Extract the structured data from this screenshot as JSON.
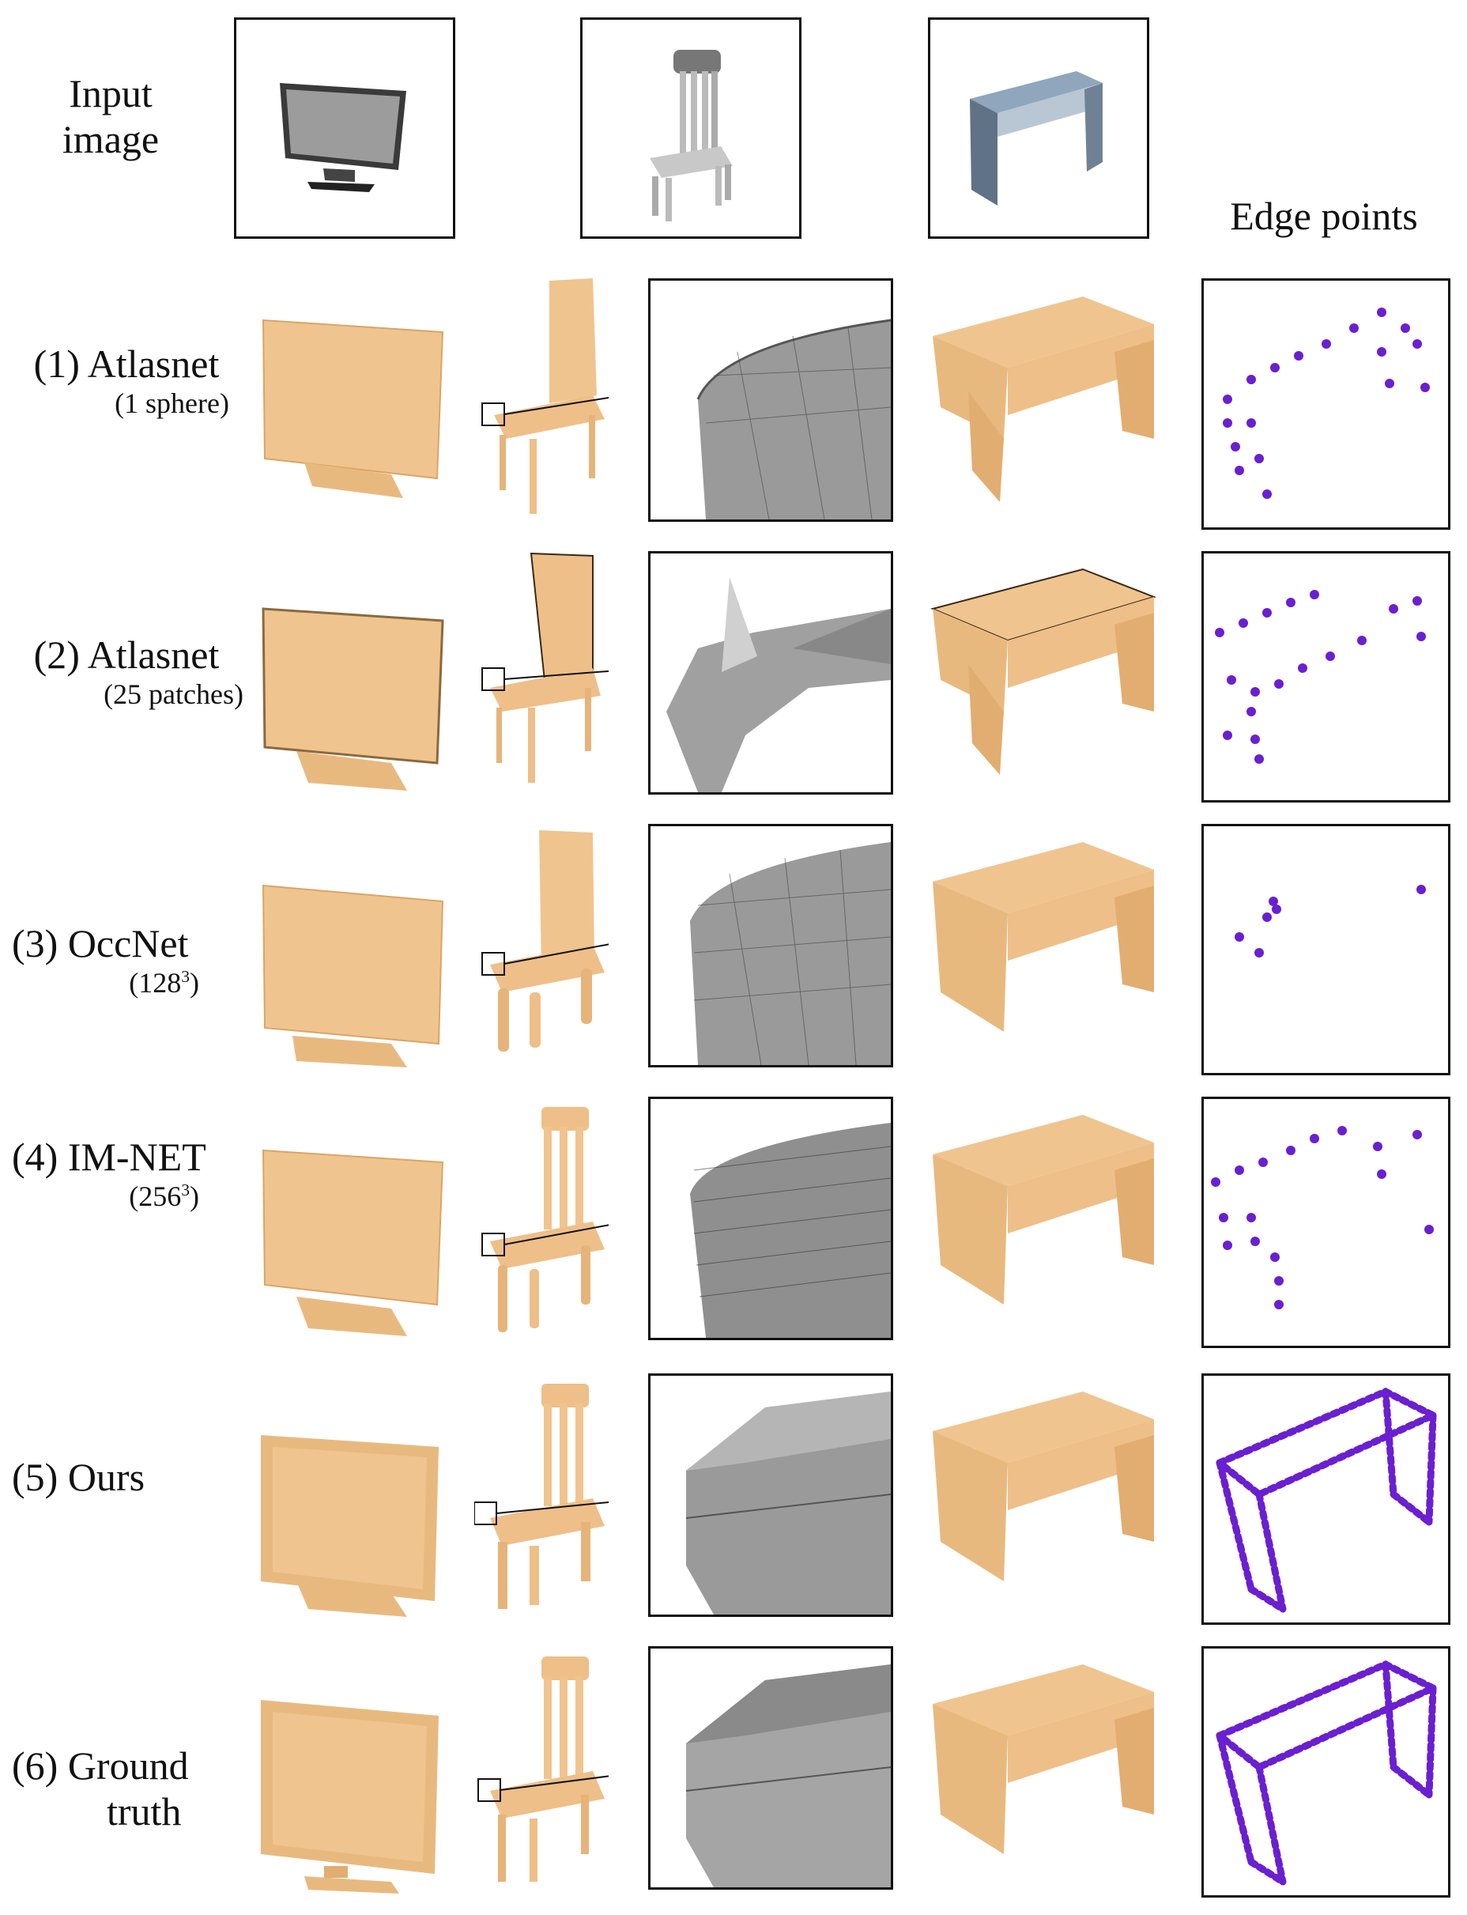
{
  "header": {
    "input_label_line1": "Input",
    "input_label_line2": "image",
    "edge_points_label": "Edge points"
  },
  "rows": [
    {
      "num": "(1)",
      "method": "Atlasnet",
      "detail": "(1 sphere)",
      "detail_sup": ""
    },
    {
      "num": "(2)",
      "method": "Atlasnet",
      "detail": "(25 patches)",
      "detail_sup": ""
    },
    {
      "num": "(3)",
      "method": "OccNet",
      "detail": "(128",
      "detail_sup": "3",
      "detail_tail": ")"
    },
    {
      "num": "(4)",
      "method": "IM-NET",
      "detail": "(256",
      "detail_sup": "3",
      "detail_tail": ")"
    },
    {
      "num": "(5)",
      "method": "Ours",
      "detail": "",
      "detail_sup": ""
    },
    {
      "num": "(6)",
      "method": "Ground",
      "detail": "truth",
      "detail_sup": ""
    }
  ],
  "colors": {
    "wood": "#f0c48e",
    "wood_dark": "#d9a566",
    "edge_point": "#6a1fd0",
    "mesh_gray": "#9a9a9a"
  }
}
